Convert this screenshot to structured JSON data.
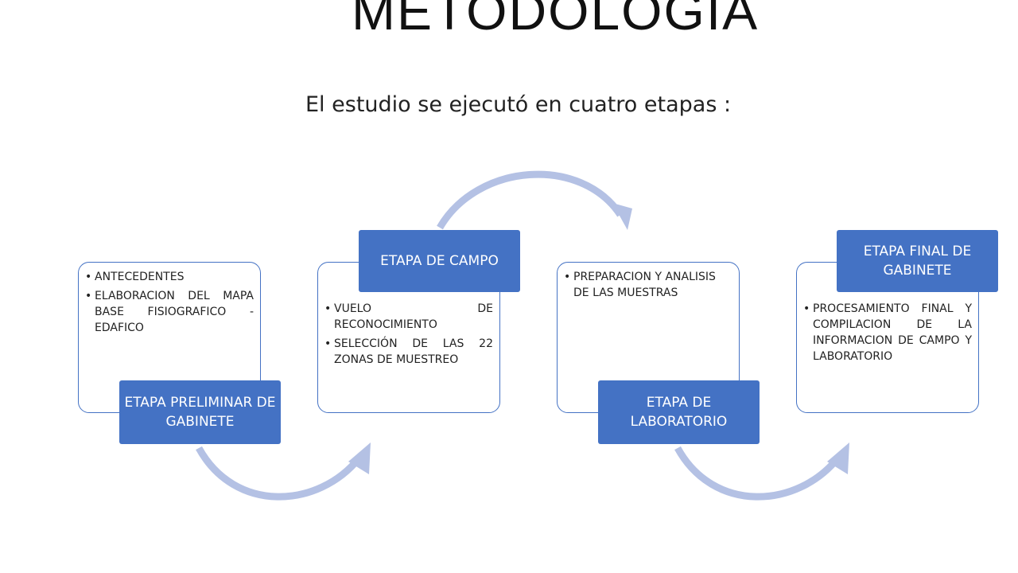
{
  "title": "METODOLOGIA",
  "subtitle": "El estudio se ejecutó en cuatro etapas :",
  "colors": {
    "stage_fill": "#4472c4",
    "box_border": "#4472c4",
    "arrow": "#b4c1e4"
  },
  "stages": [
    {
      "label": "ETAPA PRELIMINAR DE GABINETE",
      "items": [
        "ANTECEDENTES",
        "ELABORACION DEL MAPA BASE FISIOGRAFICO - EDAFICO"
      ]
    },
    {
      "label": "ETAPA DE CAMPO",
      "items": [
        "VUELO DE RECONOCIMIENTO",
        "SELECCIÓN DE LAS 22 ZONAS DE MUESTREO"
      ]
    },
    {
      "label": "ETAPA DE LABORATORIO",
      "items": [
        "PREPARACION Y ANALISIS DE LAS MUESTRAS"
      ]
    },
    {
      "label": "ETAPA FINAL DE GABINETE",
      "items": [
        "PROCESAMIENTO FINAL Y COMPILACION DE LA INFORMACION DE CAMPO Y LABORATORIO"
      ]
    }
  ]
}
